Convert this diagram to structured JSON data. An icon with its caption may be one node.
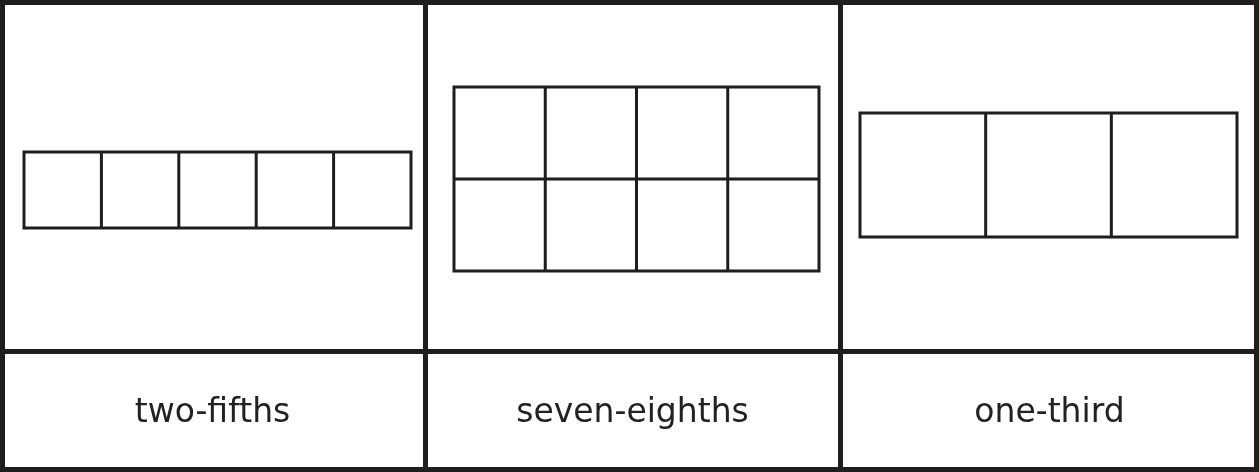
{
  "diagram": {
    "labels": [
      "two-fifths",
      "seven-eighths",
      "one-third"
    ]
  }
}
